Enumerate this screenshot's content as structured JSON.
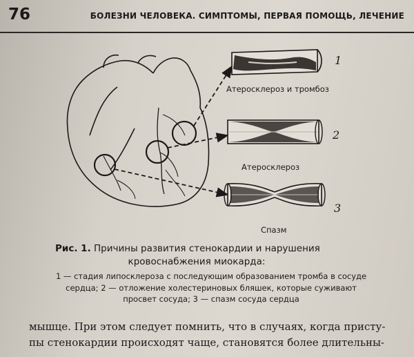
{
  "header": {
    "page_number": "76",
    "running_title": "БОЛЕЗНИ ЧЕЛОВЕКА. СИМПТОМЫ, ПЕРВАЯ ПОМОЩЬ, ЛЕЧЕНИЕ"
  },
  "figure": {
    "panels": [
      {
        "number": "1",
        "label": "Атеросклероз и тромбоз"
      },
      {
        "number": "2",
        "label": "Атеросклероз"
      },
      {
        "number": "3",
        "label": "Спазм"
      }
    ]
  },
  "caption": {
    "fig_ref": "Рис. 1.",
    "title_line1": "Причины развития стенокардии и нарушения",
    "title_line2": "кровоснабжения миокарда:",
    "desc_line1": "1 — стадия липосклероза с последующим образованием тромба в сосуде",
    "desc_line2": "сердца; 2 — отложение холестериновых бляшек, которые суживают",
    "desc_line3": "просвет сосуда; 3 — спазм сосуда сердца"
  },
  "body": {
    "line1": "мышце. При этом следует помнить, что в случаях, когда присту-",
    "line2": "пы стенокардии происходят чаще, становятся более длительны-"
  }
}
